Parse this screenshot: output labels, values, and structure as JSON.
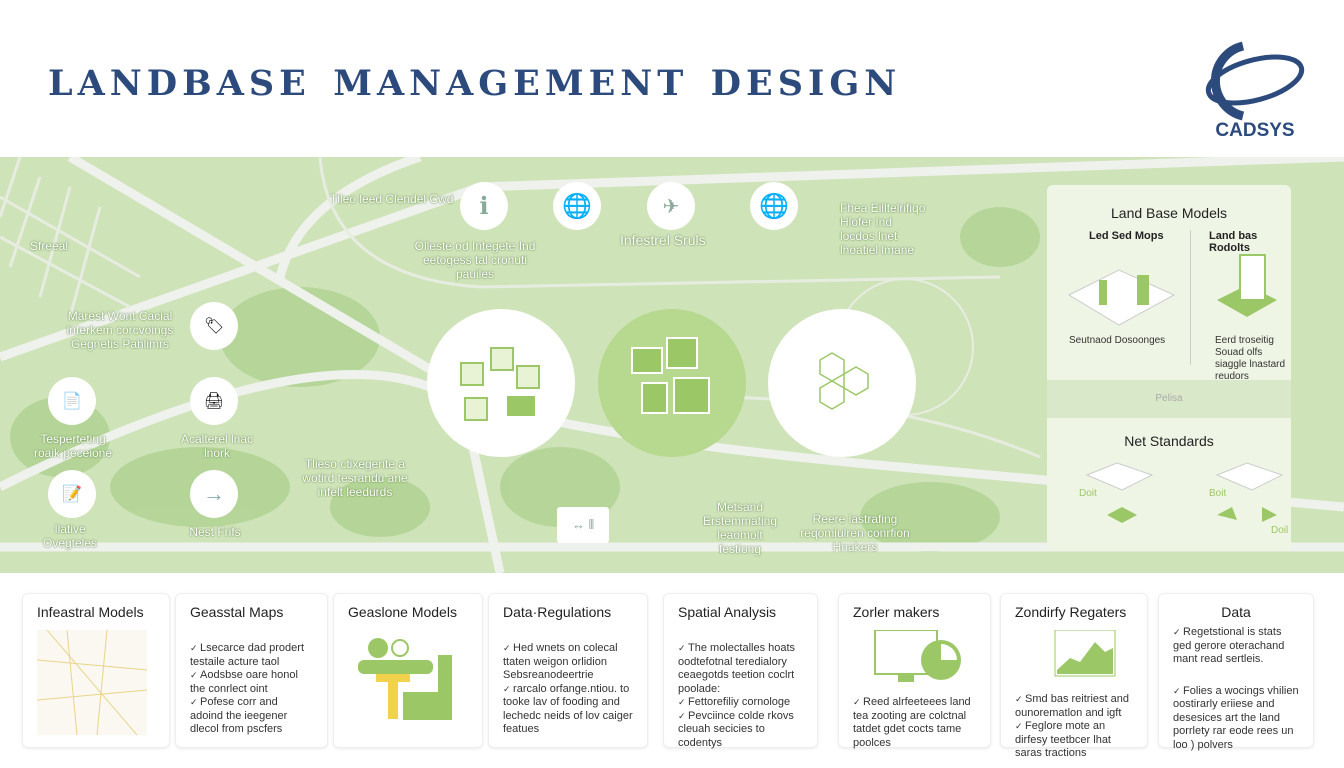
{
  "header": {
    "title": "Landbase Management Design",
    "logo_text": "CADSYS"
  },
  "colors": {
    "navy": "#2c4a7c",
    "map_green": "#cfe3b9",
    "accent_green": "#9cc766",
    "yellow": "#f2d24a"
  },
  "map": {
    "labels": {
      "street_a": "Sfreeal",
      "street_b": "Tlleo leed Clendel Cwd",
      "note_marest": "Marest Wont Cacial lnterkem corcvoings Gegnetis Pahlimrs",
      "note_collect": "Olleste od Integete Ind eetogess tal cronuti pauiles",
      "infra": "Infestrel Sruls",
      "note_right": "Fhea Eilltelrifiqo Hlofer Ind locdos lnet lhoatiel lmane",
      "reperting": "Tesperteting roaik peceione",
      "analytical": "Acalterel lnac lnork",
      "note_three": "Tlieso ctixegente a wotird tesrandu ane infelt leedurds",
      "native": "Ilative Ovegteles",
      "next": "Nest Frifs",
      "metsand": "Metsand Erstemmating leaomolt festiong",
      "recel": "Reere lastrafing reqomiulren conrfion Hnakers"
    },
    "panel": {
      "title": "Land Base Models",
      "left_title": "Led Sed Mops",
      "left_bullets": [
        "Seutnaod Dosoonges"
      ],
      "right_title": "Land bas Rodolts",
      "right_bullets": [
        "Eerd troseitig",
        "Souad olfs siaggle lnastard reudors"
      ],
      "divider": "Pelisa",
      "standards_title": "Net Standards",
      "std_left": "Doit",
      "std_right": "Boit",
      "std_right2": "Doil"
    }
  },
  "cards": [
    {
      "title": "Infeastral Models",
      "bullets": []
    },
    {
      "title": "Geasstal Maps",
      "bullets": [
        "Lsecarce dad prodert testaile acture taol",
        "Aodsbse oare honol the conrlect oint",
        "Pofese corr and adoind the ieegener dlecol from pscfers"
      ]
    },
    {
      "title": "Geaslone Models",
      "bullets": []
    },
    {
      "title": "Data·Regulations",
      "bullets": [
        "Hed wnets on colecal ttaten weigon orlidion Sebsreanodeertrie",
        "rarcalo orfange.ntiou. to tooke lav of fooding and lechedc neids of lov caiger featues"
      ]
    },
    {
      "title": "Spatial Analysis",
      "bullets": [
        "The molectalles hoats oodtefotnal teredialory ceaegotds teetion coclrt poolade:",
        "Fettorefiliy cornologe",
        "Pevciince colde rkovs cleuah secicies to codentys"
      ]
    },
    {
      "title": "Zorler makers",
      "bullets": [
        "Reed alrfeeteees land tea zooting are colctnal tatdet gdet cocts tame poolces"
      ]
    },
    {
      "title": "Zondirfy Regaters",
      "bullets": [
        "Smd bas reitriest and ounorematlon and igft",
        "Feglore mote an dirfesy teetbcer lhat saras tractions"
      ]
    },
    {
      "title": "Data",
      "bullets": [
        "Regetstional is stats ged gerore oterachand mant read sertleis.",
        "Folies a wocings vhilien oostirarly eriiese and desesices art the land porrlety rar eode rees un loo ) polvers"
      ]
    }
  ]
}
